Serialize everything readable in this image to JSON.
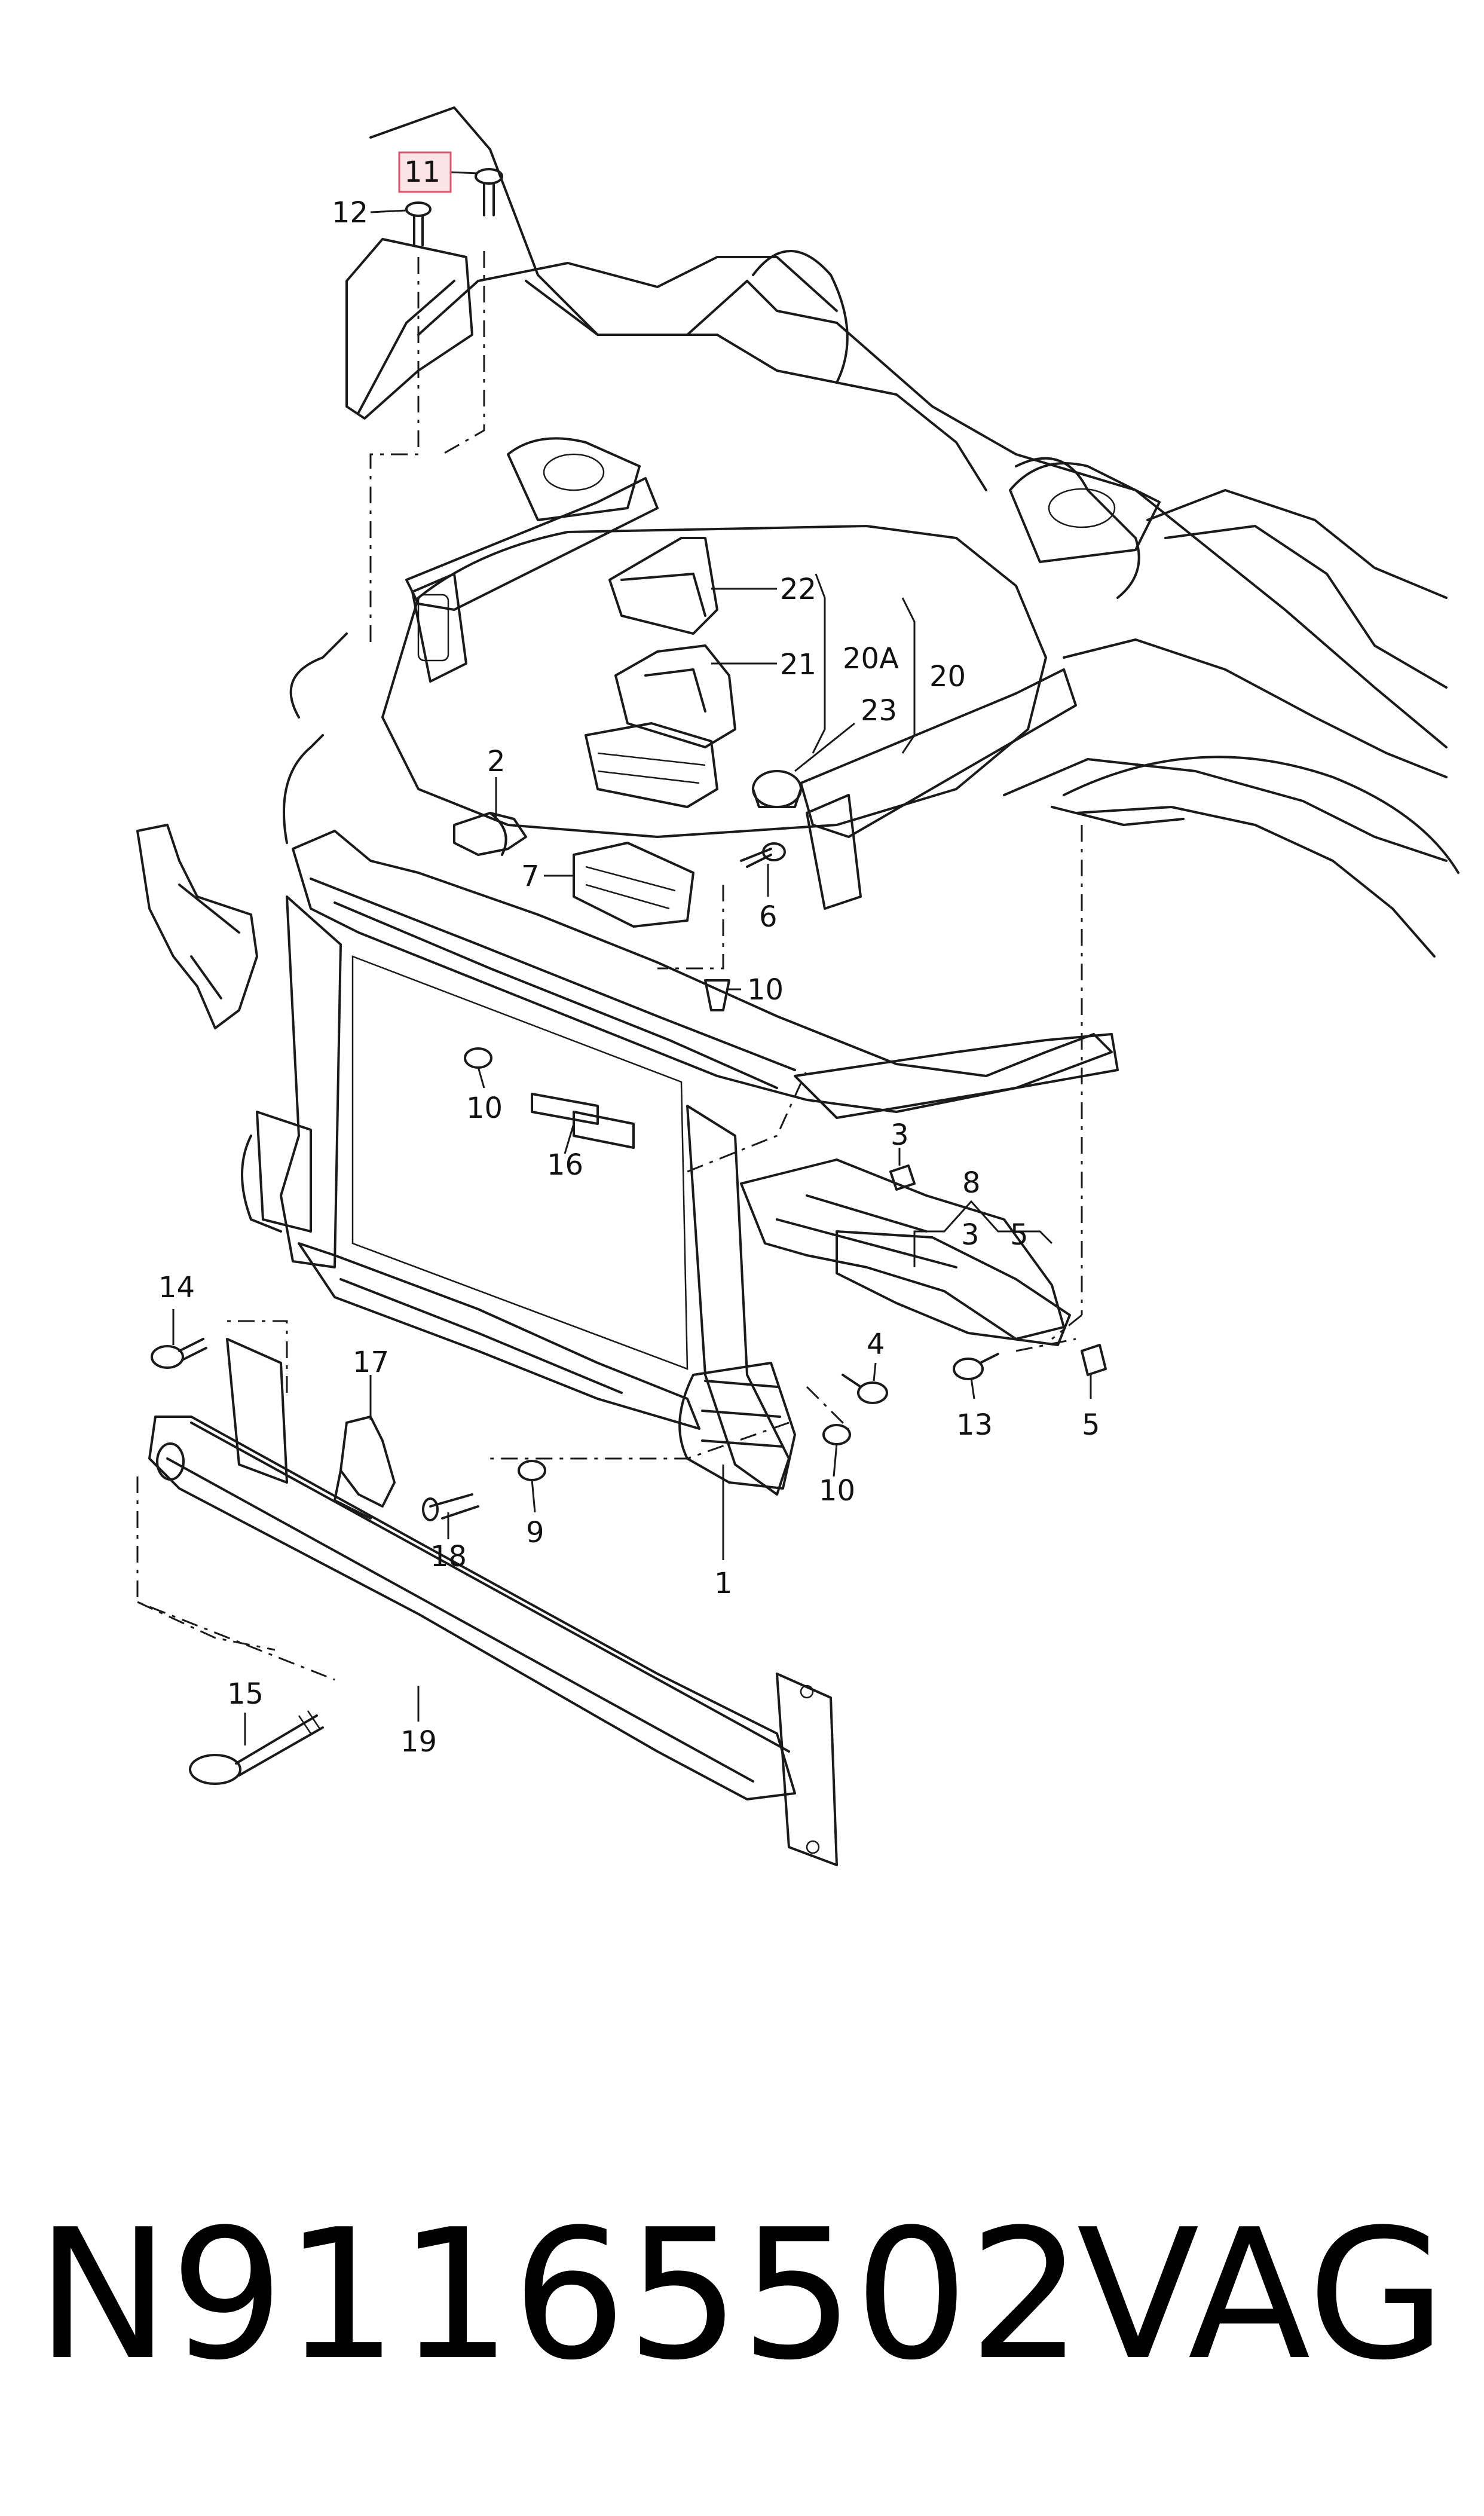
{
  "callouts": [
    {
      "id": "c11",
      "text": "11",
      "highlight": true
    },
    {
      "id": "c12",
      "text": "12"
    },
    {
      "id": "c22",
      "text": "22"
    },
    {
      "id": "c21",
      "text": "21"
    },
    {
      "id": "c20A",
      "text": "20A"
    },
    {
      "id": "c20",
      "text": "20"
    },
    {
      "id": "c23",
      "text": "23"
    },
    {
      "id": "c2",
      "text": "2"
    },
    {
      "id": "c7",
      "text": "7"
    },
    {
      "id": "c6",
      "text": "6"
    },
    {
      "id": "c10a",
      "text": "10"
    },
    {
      "id": "c10b",
      "text": "10"
    },
    {
      "id": "c16",
      "text": "16"
    },
    {
      "id": "c3a",
      "text": "3"
    },
    {
      "id": "c8",
      "text": "8"
    },
    {
      "id": "c3b",
      "text": "3"
    },
    {
      "id": "c5a",
      "text": "5"
    },
    {
      "id": "c14",
      "text": "14"
    },
    {
      "id": "c17",
      "text": "17"
    },
    {
      "id": "c4",
      "text": "4"
    },
    {
      "id": "c13",
      "text": "13"
    },
    {
      "id": "c5b",
      "text": "5"
    },
    {
      "id": "c10c",
      "text": "10"
    },
    {
      "id": "c9",
      "text": "9"
    },
    {
      "id": "c18",
      "text": "18"
    },
    {
      "id": "c1",
      "text": "1"
    },
    {
      "id": "c15",
      "text": "15"
    },
    {
      "id": "c19",
      "text": "19"
    }
  ],
  "caption": {
    "part_number": "N91165502",
    "brand": "VAG"
  },
  "colors": {
    "line": "#1a1a1a",
    "highlight_fill": "#fbe3e8",
    "highlight_stroke": "#d9546e"
  }
}
